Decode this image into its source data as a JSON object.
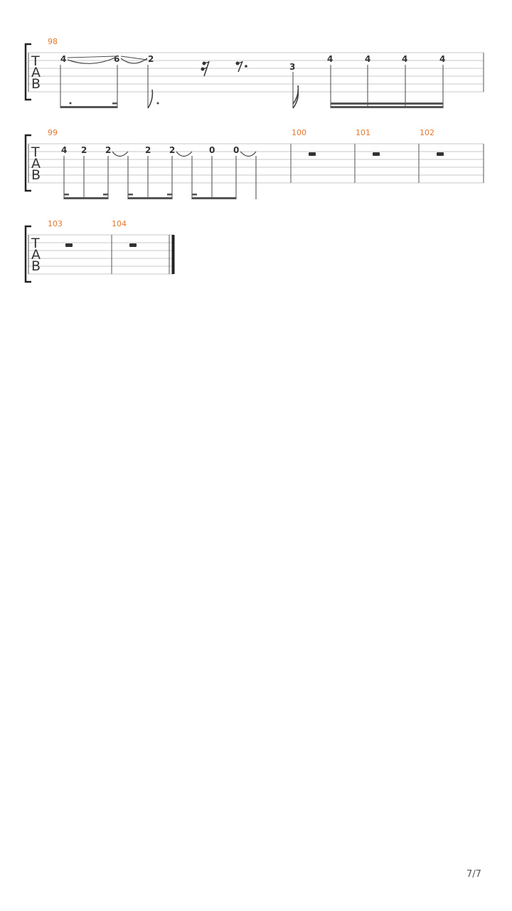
{
  "tab_clef": [
    "T",
    "A",
    "B"
  ],
  "systems": [
    {
      "measures": [
        {
          "number": "98",
          "notes": [
            "4",
            "6",
            "2",
            "3",
            "4",
            "4",
            "4",
            "4"
          ]
        }
      ]
    },
    {
      "measures": [
        {
          "number": "99",
          "notes": [
            "4",
            "2",
            "2",
            "2",
            "2",
            "0",
            "0"
          ]
        },
        {
          "number": "100",
          "rest": true
        },
        {
          "number": "101",
          "rest": true
        },
        {
          "number": "102",
          "rest": true
        }
      ]
    },
    {
      "measures": [
        {
          "number": "103",
          "rest": true
        },
        {
          "number": "104",
          "rest": true
        }
      ]
    }
  ],
  "page_number": "7/7"
}
